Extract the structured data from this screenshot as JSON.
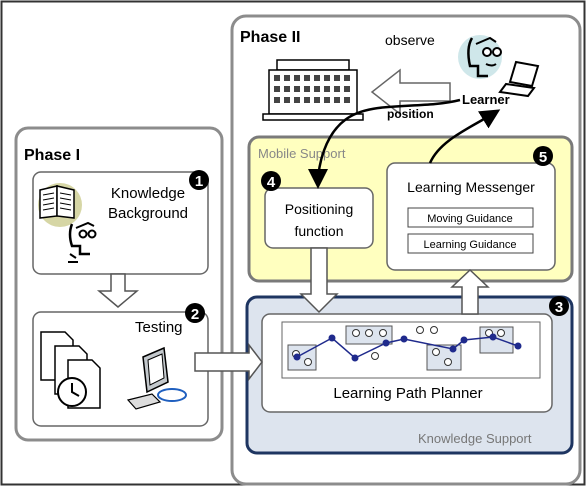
{
  "phase1": {
    "title": "Phase I"
  },
  "phase2": {
    "title": "Phase II"
  },
  "observe": {
    "label": "observe"
  },
  "learner": {
    "label": "Learner"
  },
  "position": {
    "label": "position"
  },
  "mobile_support": {
    "label": "Mobile Support"
  },
  "knowledge_support": {
    "label": "Knowledge Support"
  },
  "step1": {
    "number": "1",
    "line1": "Knowledge",
    "line2": "Background"
  },
  "step2": {
    "number": "2",
    "label": "Testing"
  },
  "step3": {
    "number": "3",
    "label": "Learning Path Planner"
  },
  "step4": {
    "number": "4",
    "line1": "Positioning",
    "line2": "function"
  },
  "step5": {
    "number": "5",
    "label": "Learning Messenger",
    "items": [
      "Moving Guidance",
      "Learning Guidance"
    ]
  },
  "colors": {
    "mobile_fill": "#ffffbf",
    "mobile_border": "#7a7a7a",
    "knowledge_fill": "#dde4ee",
    "knowledge_border": "#1e3561",
    "path_line": "#1f2a8c",
    "node": "#1f2a8c"
  }
}
